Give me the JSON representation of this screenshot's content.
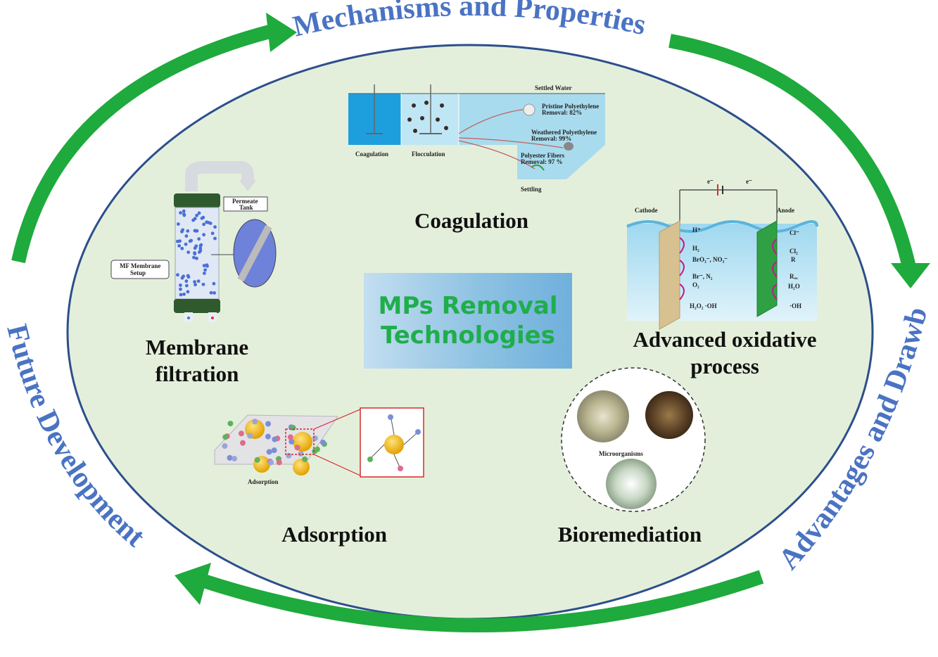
{
  "cycle": {
    "top": "Mechanisms and Properties",
    "right": "Advantages and Drawbacks",
    "left": "Future Development"
  },
  "center": {
    "line1": "MPs Removal",
    "line2": "Technologies"
  },
  "technologies": {
    "coagulation": "Coagulation",
    "membrane_line1": "Membrane",
    "membrane_line2": "filtration",
    "aop_line1": "Advanced oxidative",
    "aop_line2": "process",
    "adsorption": "Adsorption",
    "bioremediation": "Bioremediation"
  },
  "coagulation_diagram": {
    "settled_water": "Settled Water",
    "stage1": "Coagulation",
    "stage2": "Flocculation",
    "stage3": "Settling",
    "item1_name": "Pristine Polyethylene",
    "item1_removal": "Removal: 82%",
    "item2_name": "Weathered Polyethylene",
    "item2_removal": "Removal: 99%",
    "item3_name": "Polyester Fibers",
    "item3_removal": "Removal: 97 %"
  },
  "membrane_diagram": {
    "permeate": "Permeate",
    "tank": "Tank",
    "setup1": "MF Membrane",
    "setup2": "Setup"
  },
  "aop_diagram": {
    "cathode": "Cathode",
    "anode": "Anode",
    "electron": "e⁻",
    "c_h": "H⁺",
    "c_h2": "H₂",
    "c_bro3": "BrO₃⁻, NO₃⁻",
    "c_br": "Br⁻, N₂",
    "c_o2": "O₂",
    "c_h2o2": "H₂O₂  ·OH",
    "a_cl": "Cl⁻",
    "a_cl2": "Cl₂",
    "a_r": "R",
    "a_rox": "Rₒₓ",
    "a_h2o": "H₂O",
    "a_oh": "·OH"
  },
  "adsorption_diagram": {
    "caption": "Adsorption"
  },
  "bio_diagram": {
    "caption": "Microorganisms"
  },
  "colors": {
    "arrow": "#1eaa3c",
    "arc_text": "#4a73c3",
    "ellipse_fill": "#e4efdb",
    "ellipse_stroke": "#2c4f8c",
    "center_text": "#1fae4b"
  }
}
